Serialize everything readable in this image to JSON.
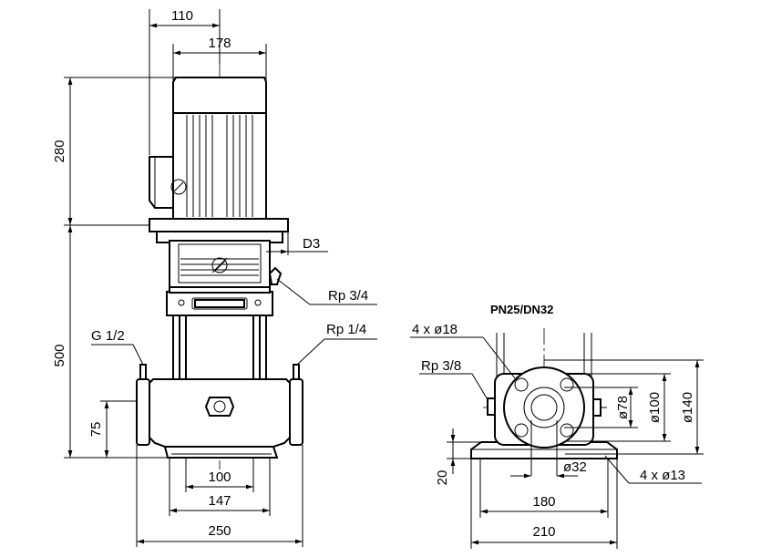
{
  "front_view": {
    "dim_motor_offset": "110",
    "dim_motor_width": "178",
    "dim_motor_height": "280",
    "dim_total_height": "500",
    "dim_inlet_height": "75",
    "dim_base_inner": "100",
    "dim_base_outer": "147",
    "dim_port_to_port": "250",
    "label_d3": "D3",
    "label_rp34": "Rp 3/4",
    "label_rp14": "Rp 1/4",
    "label_g12": "G 1/2"
  },
  "side_view": {
    "title": "PN25/DN32",
    "label_holes_top": "4 x ø18",
    "label_rp38": "Rp 3/8",
    "dim_d78": "ø78",
    "dim_d100": "ø100",
    "dim_d140": "ø140",
    "dim_d32": "ø32",
    "label_holes_base": "4 x ø13",
    "dim_base_height": "20",
    "dim_base_holes": "180",
    "dim_base_width": "210"
  }
}
